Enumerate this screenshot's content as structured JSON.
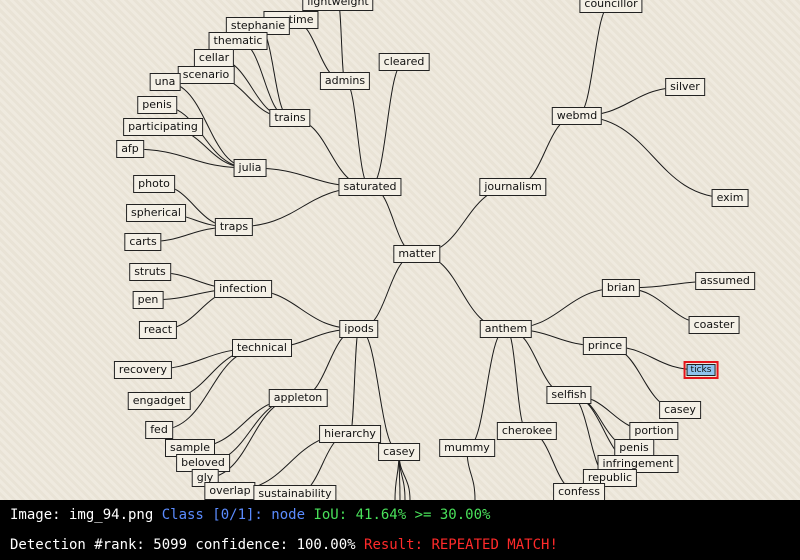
{
  "diagram": {
    "nodes": [
      {
        "id": "lightweight",
        "label": "lightweight"
      },
      {
        "id": "councillor",
        "label": "councillor"
      },
      {
        "id": "anytime",
        "label": "anytime"
      },
      {
        "id": "stephanie",
        "label": "stephanie"
      },
      {
        "id": "thematic",
        "label": "thematic"
      },
      {
        "id": "cellar",
        "label": "cellar"
      },
      {
        "id": "scenario",
        "label": "scenario"
      },
      {
        "id": "una",
        "label": "una"
      },
      {
        "id": "penis1",
        "label": "penis"
      },
      {
        "id": "participating",
        "label": "participating"
      },
      {
        "id": "afp",
        "label": "afp"
      },
      {
        "id": "julia",
        "label": "julia"
      },
      {
        "id": "trains",
        "label": "trains"
      },
      {
        "id": "admins",
        "label": "admins"
      },
      {
        "id": "cleared",
        "label": "cleared"
      },
      {
        "id": "saturated",
        "label": "saturated"
      },
      {
        "id": "photo",
        "label": "photo"
      },
      {
        "id": "spherical",
        "label": "spherical"
      },
      {
        "id": "carts",
        "label": "carts"
      },
      {
        "id": "traps",
        "label": "traps"
      },
      {
        "id": "matter",
        "label": "matter"
      },
      {
        "id": "journalism",
        "label": "journalism"
      },
      {
        "id": "webmd",
        "label": "webmd"
      },
      {
        "id": "silver",
        "label": "silver"
      },
      {
        "id": "exim",
        "label": "exim"
      },
      {
        "id": "struts",
        "label": "struts"
      },
      {
        "id": "pen",
        "label": "pen"
      },
      {
        "id": "react",
        "label": "react"
      },
      {
        "id": "infection",
        "label": "infection"
      },
      {
        "id": "ipods",
        "label": "ipods"
      },
      {
        "id": "technical",
        "label": "technical"
      },
      {
        "id": "recovery",
        "label": "recovery"
      },
      {
        "id": "engadget",
        "label": "engadget"
      },
      {
        "id": "fed",
        "label": "fed"
      },
      {
        "id": "sample",
        "label": "sample"
      },
      {
        "id": "beloved",
        "label": "beloved"
      },
      {
        "id": "gly",
        "label": "gly"
      },
      {
        "id": "overlap",
        "label": "overlap"
      },
      {
        "id": "sustainability",
        "label": "sustainability"
      },
      {
        "id": "appleton",
        "label": "appleton"
      },
      {
        "id": "hierarchy",
        "label": "hierarchy"
      },
      {
        "id": "casey1",
        "label": "casey"
      },
      {
        "id": "anthem",
        "label": "anthem"
      },
      {
        "id": "brian",
        "label": "brian"
      },
      {
        "id": "assumed",
        "label": "assumed"
      },
      {
        "id": "coaster",
        "label": "coaster"
      },
      {
        "id": "prince",
        "label": "prince"
      },
      {
        "id": "ticks",
        "label": "ticks",
        "highlight": true
      },
      {
        "id": "casey2",
        "label": "casey"
      },
      {
        "id": "selfish",
        "label": "selfish"
      },
      {
        "id": "portion",
        "label": "portion"
      },
      {
        "id": "penis2",
        "label": "penis"
      },
      {
        "id": "infringement",
        "label": "infringement"
      },
      {
        "id": "republic",
        "label": "republic"
      },
      {
        "id": "cherokee",
        "label": "cherokee"
      },
      {
        "id": "confess",
        "label": "confess"
      },
      {
        "id": "mummy",
        "label": "mummy"
      }
    ],
    "edges": [
      [
        "matter",
        "saturated"
      ],
      [
        "matter",
        "journalism"
      ],
      [
        "matter",
        "ipods"
      ],
      [
        "matter",
        "anthem"
      ],
      [
        "saturated",
        "julia"
      ],
      [
        "saturated",
        "traps"
      ],
      [
        "saturated",
        "trains"
      ],
      [
        "saturated",
        "admins"
      ],
      [
        "saturated",
        "cleared"
      ],
      [
        "julia",
        "una"
      ],
      [
        "julia",
        "penis1"
      ],
      [
        "julia",
        "participating"
      ],
      [
        "julia",
        "afp"
      ],
      [
        "trains",
        "thematic"
      ],
      [
        "trains",
        "cellar"
      ],
      [
        "trains",
        "scenario"
      ],
      [
        "trains",
        "stephanie"
      ],
      [
        "admins",
        "anytime"
      ],
      [
        "admins",
        "lightweight"
      ],
      [
        "traps",
        "photo"
      ],
      [
        "traps",
        "spherical"
      ],
      [
        "traps",
        "carts"
      ],
      [
        "journalism",
        "webmd"
      ],
      [
        "webmd",
        "councillor"
      ],
      [
        "webmd",
        "silver"
      ],
      [
        "webmd",
        "exim"
      ],
      [
        "ipods",
        "infection"
      ],
      [
        "ipods",
        "technical"
      ],
      [
        "ipods",
        "appleton"
      ],
      [
        "ipods",
        "hierarchy"
      ],
      [
        "ipods",
        "casey1"
      ],
      [
        "infection",
        "struts"
      ],
      [
        "infection",
        "pen"
      ],
      [
        "infection",
        "react"
      ],
      [
        "technical",
        "recovery"
      ],
      [
        "technical",
        "engadget"
      ],
      [
        "technical",
        "fed"
      ],
      [
        "appleton",
        "sample"
      ],
      [
        "appleton",
        "beloved"
      ],
      [
        "appleton",
        "gly"
      ],
      [
        "hierarchy",
        "overlap"
      ],
      [
        "hierarchy",
        "sustainability"
      ],
      [
        "anthem",
        "brian"
      ],
      [
        "anthem",
        "prince"
      ],
      [
        "anthem",
        "selfish"
      ],
      [
        "anthem",
        "cherokee"
      ],
      [
        "anthem",
        "mummy"
      ],
      [
        "brian",
        "assumed"
      ],
      [
        "brian",
        "coaster"
      ],
      [
        "prince",
        "ticks"
      ],
      [
        "prince",
        "casey2"
      ],
      [
        "selfish",
        "portion"
      ],
      [
        "selfish",
        "penis2"
      ],
      [
        "selfish",
        "infringement"
      ],
      [
        "selfish",
        "republic"
      ],
      [
        "cherokee",
        "confess"
      ]
    ],
    "highlight_color": "#e3141b"
  },
  "status_bar": {
    "line1": [
      {
        "text": "Image: img_94.png ",
        "color": "white"
      },
      {
        "text": "Class [0/1]: node ",
        "color": "blue"
      },
      {
        "text": "IoU: 41.64% >= 30.00%",
        "color": "green"
      }
    ],
    "line2": [
      {
        "text": "Detection #rank: 5099 confidence: 100.00% ",
        "color": "white"
      },
      {
        "text": "Result: REPEATED MATCH!",
        "color": "red"
      }
    ]
  }
}
